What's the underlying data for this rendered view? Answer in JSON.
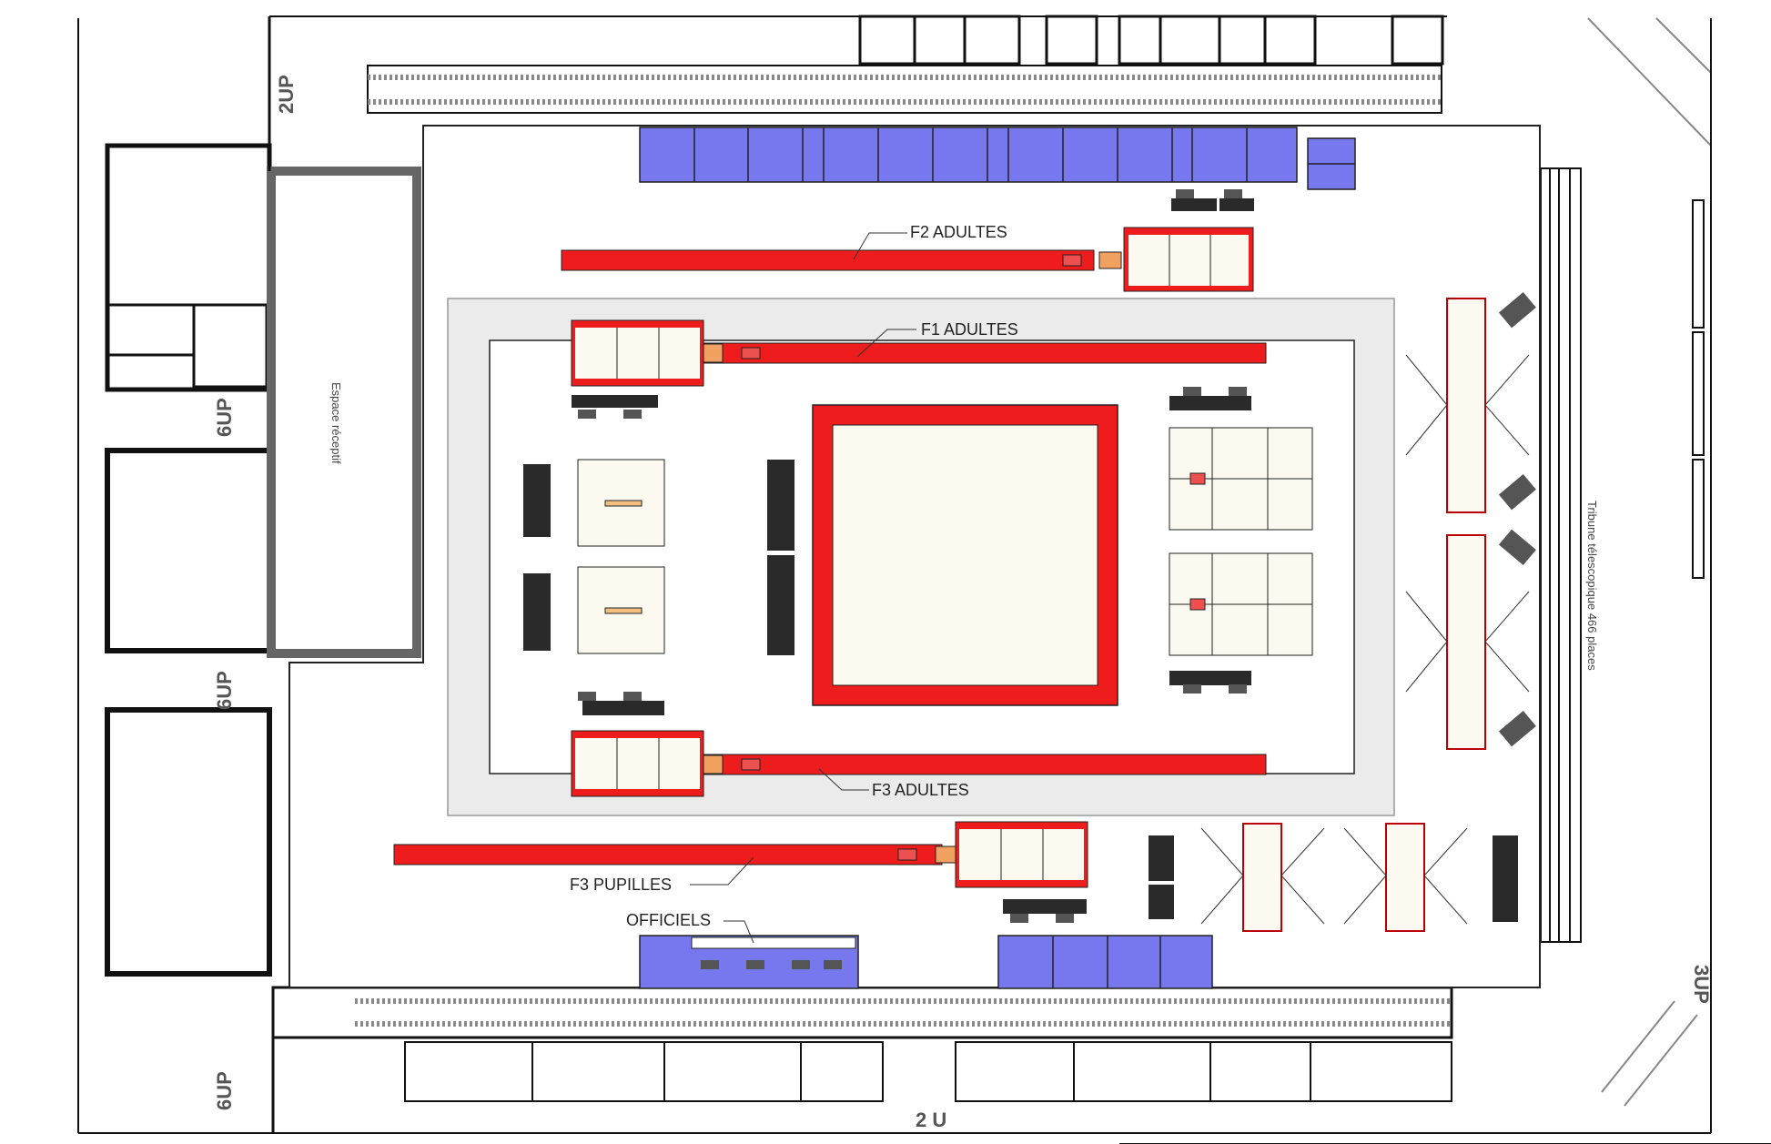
{
  "labels": {
    "f2_adultes": "F2 ADULTES",
    "f1_adultes": "F1 ADULTES",
    "f3_adultes": "F3 ADULTES",
    "f3_pupilles": "F3 PUPILLES",
    "officiels": "OFFICIELS"
  },
  "room_labels": {
    "espace_reception": "Espace réceptif",
    "tribune": "Tribune télescopique 466 places"
  },
  "exits": {
    "top_left": "2UP",
    "left_upper": "6UP",
    "left_middle": "6UP",
    "left_bottom": "6UP",
    "bottom_center": "2 U",
    "right_bottom": "3UP"
  },
  "colors": {
    "runway": "#ee1c1c",
    "mat": "#fbf9f0",
    "stand": "#7777ee",
    "floor": "#ebebeb",
    "wall": "#111111",
    "chair": "#2a2a2a",
    "springboard": "#f0a060"
  }
}
